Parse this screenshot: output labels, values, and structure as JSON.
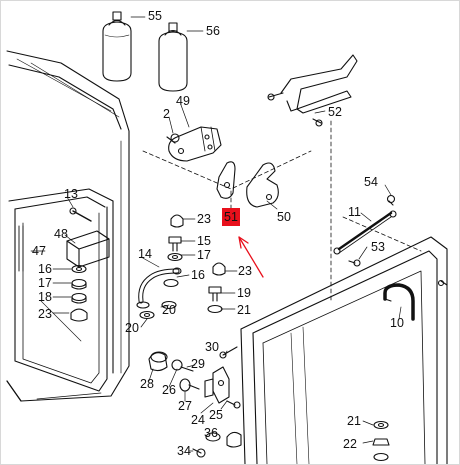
{
  "diagram": {
    "highlight": {
      "label": "51",
      "color": "#e8101c"
    },
    "callouts": [
      {
        "id": "55",
        "label": "55"
      },
      {
        "id": "56",
        "label": "56"
      },
      {
        "id": "49",
        "label": "49"
      },
      {
        "id": "2",
        "label": "2"
      },
      {
        "id": "52",
        "label": "52"
      },
      {
        "id": "50",
        "label": "50"
      },
      {
        "id": "13",
        "label": "13"
      },
      {
        "id": "23a",
        "label": "23"
      },
      {
        "id": "48",
        "label": "48"
      },
      {
        "id": "47",
        "label": "47"
      },
      {
        "id": "15",
        "label": "15"
      },
      {
        "id": "14",
        "label": "14"
      },
      {
        "id": "17a",
        "label": "17"
      },
      {
        "id": "16a",
        "label": "16"
      },
      {
        "id": "17b",
        "label": "17"
      },
      {
        "id": "18",
        "label": "18"
      },
      {
        "id": "23b",
        "label": "23"
      },
      {
        "id": "16b",
        "label": "16"
      },
      {
        "id": "23c",
        "label": "23"
      },
      {
        "id": "20a",
        "label": "20"
      },
      {
        "id": "19",
        "label": "19"
      },
      {
        "id": "21a",
        "label": "21"
      },
      {
        "id": "20b",
        "label": "20"
      },
      {
        "id": "54",
        "label": "54"
      },
      {
        "id": "11",
        "label": "11"
      },
      {
        "id": "53",
        "label": "53"
      },
      {
        "id": "10",
        "label": "10"
      },
      {
        "id": "30",
        "label": "30"
      },
      {
        "id": "29",
        "label": "29"
      },
      {
        "id": "28",
        "label": "28"
      },
      {
        "id": "26",
        "label": "26"
      },
      {
        "id": "27",
        "label": "27"
      },
      {
        "id": "24",
        "label": "24"
      },
      {
        "id": "25",
        "label": "25"
      },
      {
        "id": "21b",
        "label": "21"
      },
      {
        "id": "22",
        "label": "22"
      },
      {
        "id": "36",
        "label": "36"
      },
      {
        "id": "34",
        "label": "34"
      }
    ]
  }
}
